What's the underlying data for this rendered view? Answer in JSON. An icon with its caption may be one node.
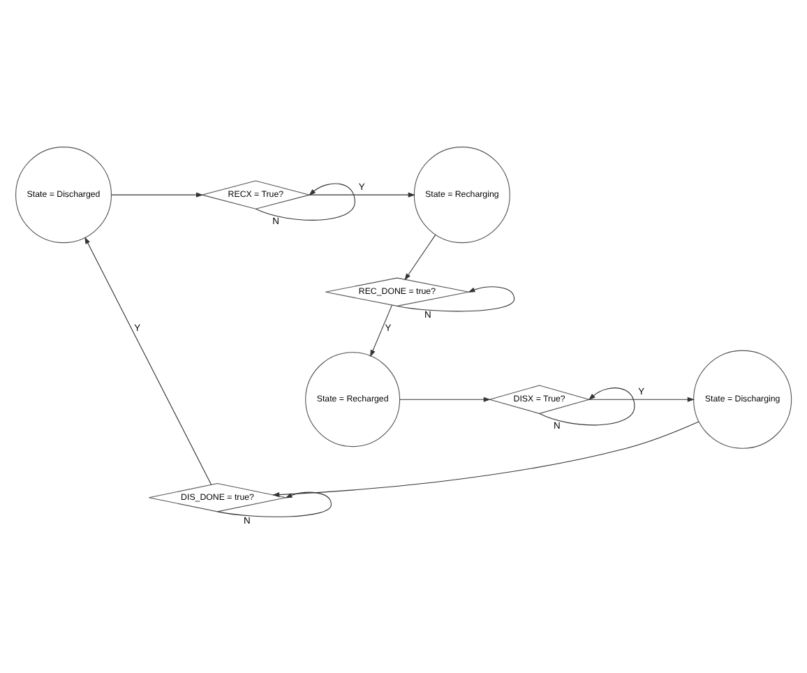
{
  "diagram": {
    "nodes": [
      {
        "text": [
          "State = Discharged"
        ]
      },
      {
        "text": [
          "RECX = True?"
        ]
      },
      {
        "text": [
          "State = Recharging"
        ]
      },
      {
        "text": [
          "REC_DONE = true?"
        ]
      },
      {
        "text": [
          "State = Recharged"
        ]
      },
      {
        "text": [
          "DISX = True?"
        ]
      },
      {
        "text": [
          "State = Discharging"
        ]
      },
      {
        "text": [
          "DIS_DONE = true?"
        ]
      }
    ],
    "edges": [
      {
        "from": 0,
        "to": 1,
        "arrow": "to"
      },
      {
        "from": 1,
        "to": 2,
        "arrow": "to",
        "label": "Y"
      },
      {
        "from": 1,
        "to": 1,
        "arrow": "to",
        "label": "N"
      },
      {
        "from": 2,
        "to": 3,
        "arrow": "to"
      },
      {
        "from": 3,
        "to": 3,
        "arrow": "to",
        "label": "N"
      },
      {
        "from": 3,
        "to": 4,
        "arrow": "to",
        "label": "Y"
      },
      {
        "from": 4,
        "to": 5,
        "arrow": "to"
      },
      {
        "from": 5,
        "to": 5,
        "arrow": "to",
        "label": "N"
      },
      {
        "from": 5,
        "to": 6,
        "arrow": "to",
        "label": "Y"
      },
      {
        "from": 6,
        "to": 7,
        "arrow": "to"
      },
      {
        "from": 7,
        "to": 7,
        "arrow": "to",
        "label": "N"
      },
      {
        "from": 7,
        "to": 0,
        "arrow": "to",
        "label": "Y"
      }
    ]
  }
}
